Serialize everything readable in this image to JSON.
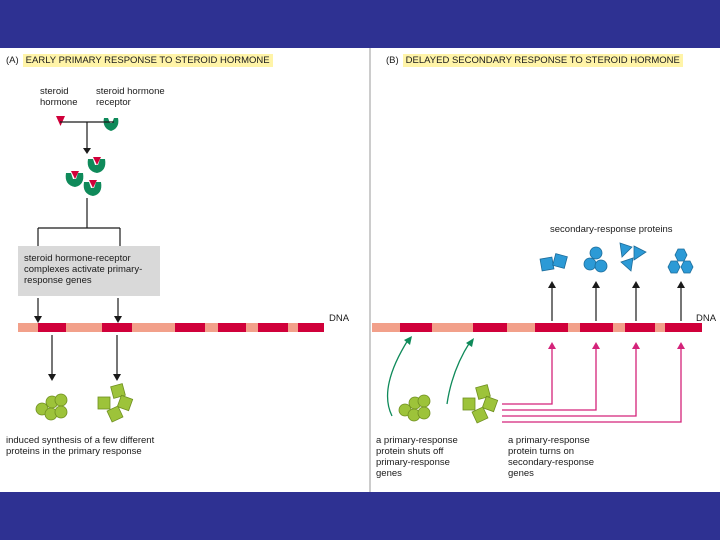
{
  "colors": {
    "band": "#2e3192",
    "dna_red": "#d0003a",
    "dna_pink": "#f2a08a",
    "green": "#9dc33a",
    "blue": "#2c9ad6",
    "magenta": "#d4237a",
    "receptor_green": "#0f8a5a",
    "hormone_red": "#d0003a"
  },
  "panel_a": {
    "letter": "(A)",
    "title": "EARLY PRIMARY RESPONSE TO STEROID HORMONE",
    "label_hormone": "steroid\nhormone",
    "label_receptor": "steroid hormone\nreceptor",
    "box_text": "steroid hormone-receptor\ncomplexes activate primary-\nresponse genes",
    "dna_label": "DNA",
    "caption": "induced synthesis of a few different\nproteins in the primary response"
  },
  "panel_b": {
    "letter": "(B)",
    "title": "DELAYED SECONDARY RESPONSE TO STEROID HORMONE",
    "secondary_label": "secondary-response proteins",
    "dna_label": "DNA",
    "caption_left": "a primary-response\nprotein shuts off\nprimary-response\ngenes",
    "caption_right": "a primary-response\nprotein turns on\nsecondary-response\ngenes"
  }
}
